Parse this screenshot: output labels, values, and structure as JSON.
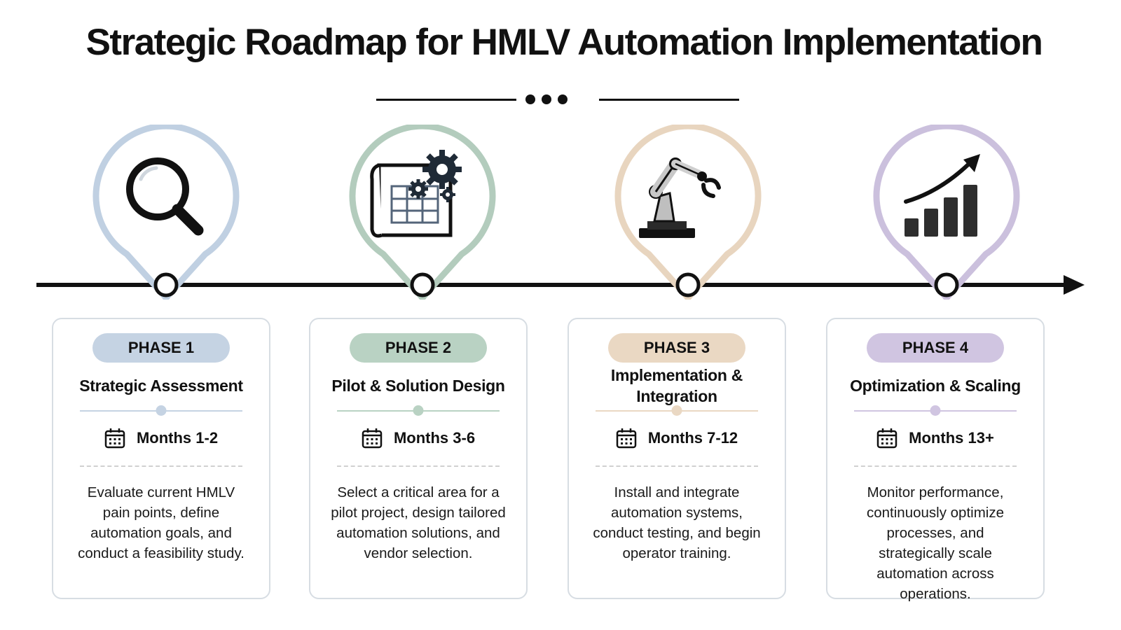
{
  "title": "Strategic Roadmap for HMLV Automation Implementation",
  "phases": [
    {
      "badge": "PHASE 1",
      "name": "Strategic Assessment",
      "months": "Months 1-2",
      "description": "Evaluate current HMLV pain points, define automation goals, and conduct a feasibility study.",
      "icon": "magnifying-glass-icon",
      "color": "#c5d3e3",
      "ring_color": "#c0d0e2"
    },
    {
      "badge": "PHASE 2",
      "name": "Pilot & Solution Design",
      "months": "Months 3-6",
      "description": "Select a critical area for a pilot project, design tailored automation solutions, and vendor selection.",
      "icon": "blueprint-gears-icon",
      "color": "#b9d2c3",
      "ring_color": "#b3ccbd"
    },
    {
      "badge": "PHASE 3",
      "name": "Implementation & Integration",
      "months": "Months 7-12",
      "description": "Install and integrate automation systems, conduct testing, and begin operator training.",
      "icon": "robotic-arm-icon",
      "color": "#ead8c3",
      "ring_color": "#e8d5bf"
    },
    {
      "badge": "PHASE 4",
      "name": "Optimization & Scaling",
      "months": "Months 13+",
      "description": "Monitor performance, continuously optimize processes, and strategically scale automation across operations.",
      "icon": "growth-chart-icon",
      "color": "#d0c5e1",
      "ring_color": "#cbc0dd"
    }
  ]
}
